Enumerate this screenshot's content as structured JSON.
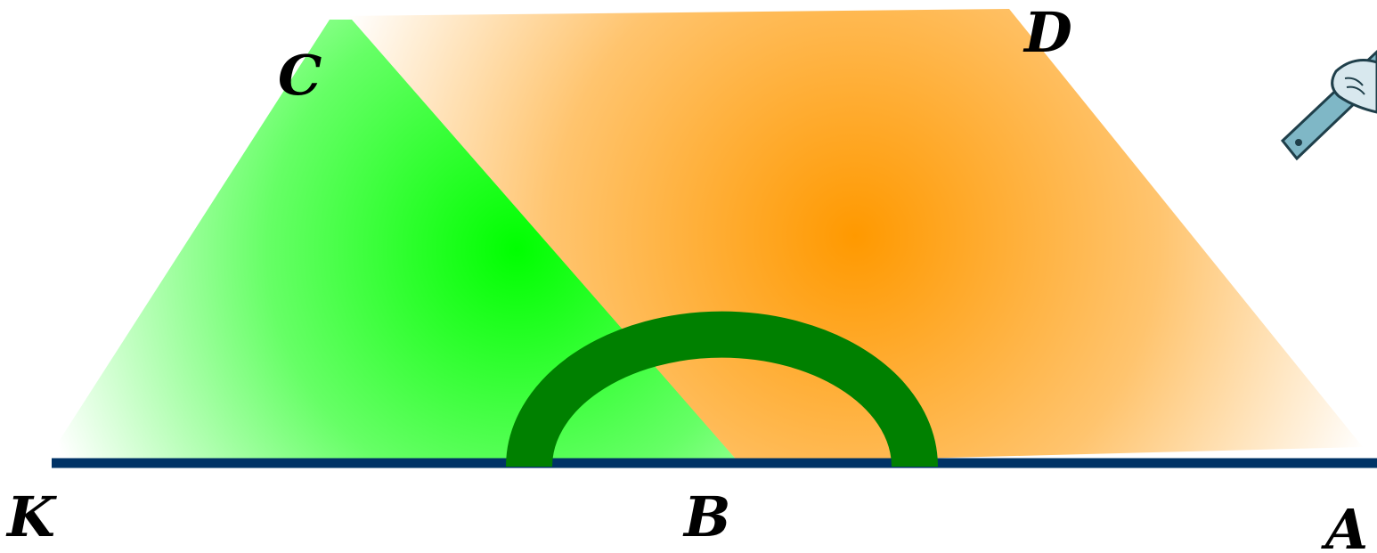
{
  "diagram": {
    "points": {
      "K": "K",
      "B": "B",
      "A": "A",
      "D": "D",
      "C": "C"
    },
    "colors": {
      "parallelogram_center": "#FF9900",
      "parallelogram_edge": "#FFFFFF",
      "triangle_center": "#00FF00",
      "triangle_edge": "#FFFFFF",
      "arc": "#008000",
      "baseline": "#003366"
    },
    "icons": {
      "ruler": "hand-holding-ruler-icon"
    }
  }
}
